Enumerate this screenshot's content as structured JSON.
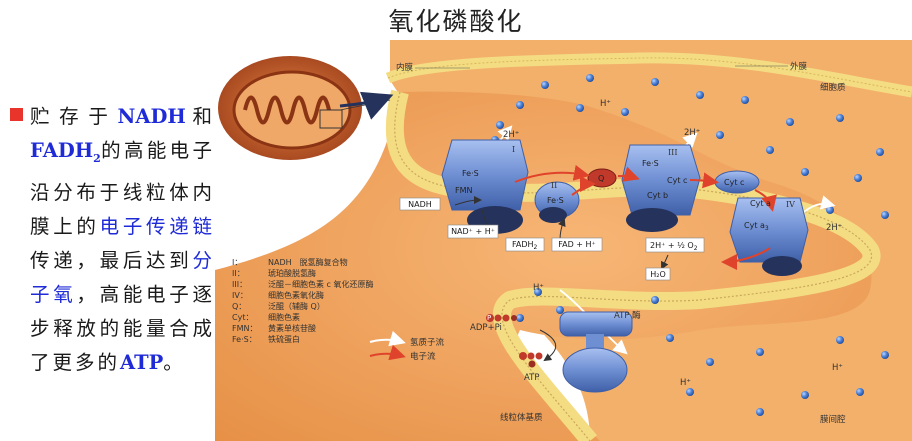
{
  "title": "氧化磷酸化",
  "bullet": {
    "t1": "贮存于",
    "nadh": "NADH",
    "t2": "和",
    "fadh": "FADH",
    "fadh_sub": "2",
    "t3": "的高能电子沿分布于线粒体内膜上的",
    "kw1": "电子传递链",
    "t4": "传递，最后达到",
    "kw2": "分子氧",
    "t5": "，高能电子逐步释放的能量合成了更多的",
    "atp": "ATP",
    "t6": "。"
  },
  "diagram": {
    "inner_membrane": "内膜",
    "outer_membrane": "外膜",
    "cytoplasm": "细胞质",
    "matrix": "线粒体基质",
    "intermembrane": "膜间腔",
    "atp_enzyme": "ATP 酶",
    "h_plus": "H⁺",
    "two_h_plus": "2H⁺",
    "complex_1": "I",
    "complex_2": "II",
    "complex_3": "III",
    "complex_4": "IV",
    "fe_s": "Fe·S",
    "fmn": "FMN",
    "q": "Q",
    "cyt_b": "Cyt b",
    "cyt_c1": "Cyt c",
    "cyt_c": "Cyt c",
    "cyt_a": "Cyt a",
    "cyt_a3": "Cyt a",
    "a3_sub": "3",
    "nadh": "NADH",
    "nad": "NAD⁺ + H⁺",
    "fadh2": "FADH",
    "fadh2_sub": "2",
    "fad": "FAD + H⁺",
    "oxygen_eq": "2H⁺ + ½ O",
    "oxygen_sub": "2",
    "water": "H₂O",
    "adp": "ADP+Pi",
    "atp": "ATP",
    "p_label": "P",
    "legend": [
      {
        "sym": "I：",
        "text": "NADH　脱氢酶复合物"
      },
      {
        "sym": "II：",
        "text": "琥珀酸脱氢酶"
      },
      {
        "sym": "III：",
        "text": "泛醌－细胞色素 c 氧化还原酶"
      },
      {
        "sym": "IV：",
        "text": "细胞色素氧化酶"
      },
      {
        "sym": "Q：",
        "text": "泛醌（辅酶 Q）"
      },
      {
        "sym": "Cyt：",
        "text": "细胞色素"
      },
      {
        "sym": "FMN：",
        "text": "黄素单核苷酸"
      },
      {
        "sym": "Fe·S：",
        "text": "铁硫蛋白"
      }
    ],
    "proton_flow": "氢质子流",
    "electron_flow": "电子流"
  },
  "colors": {
    "bullet": "#e8342a",
    "keyword": "#1f2bd6",
    "matrix": "#f2a25a",
    "membrane": "#f6e08a",
    "protein": "#6f8fd3",
    "electron_arrow": "#e0432b"
  }
}
